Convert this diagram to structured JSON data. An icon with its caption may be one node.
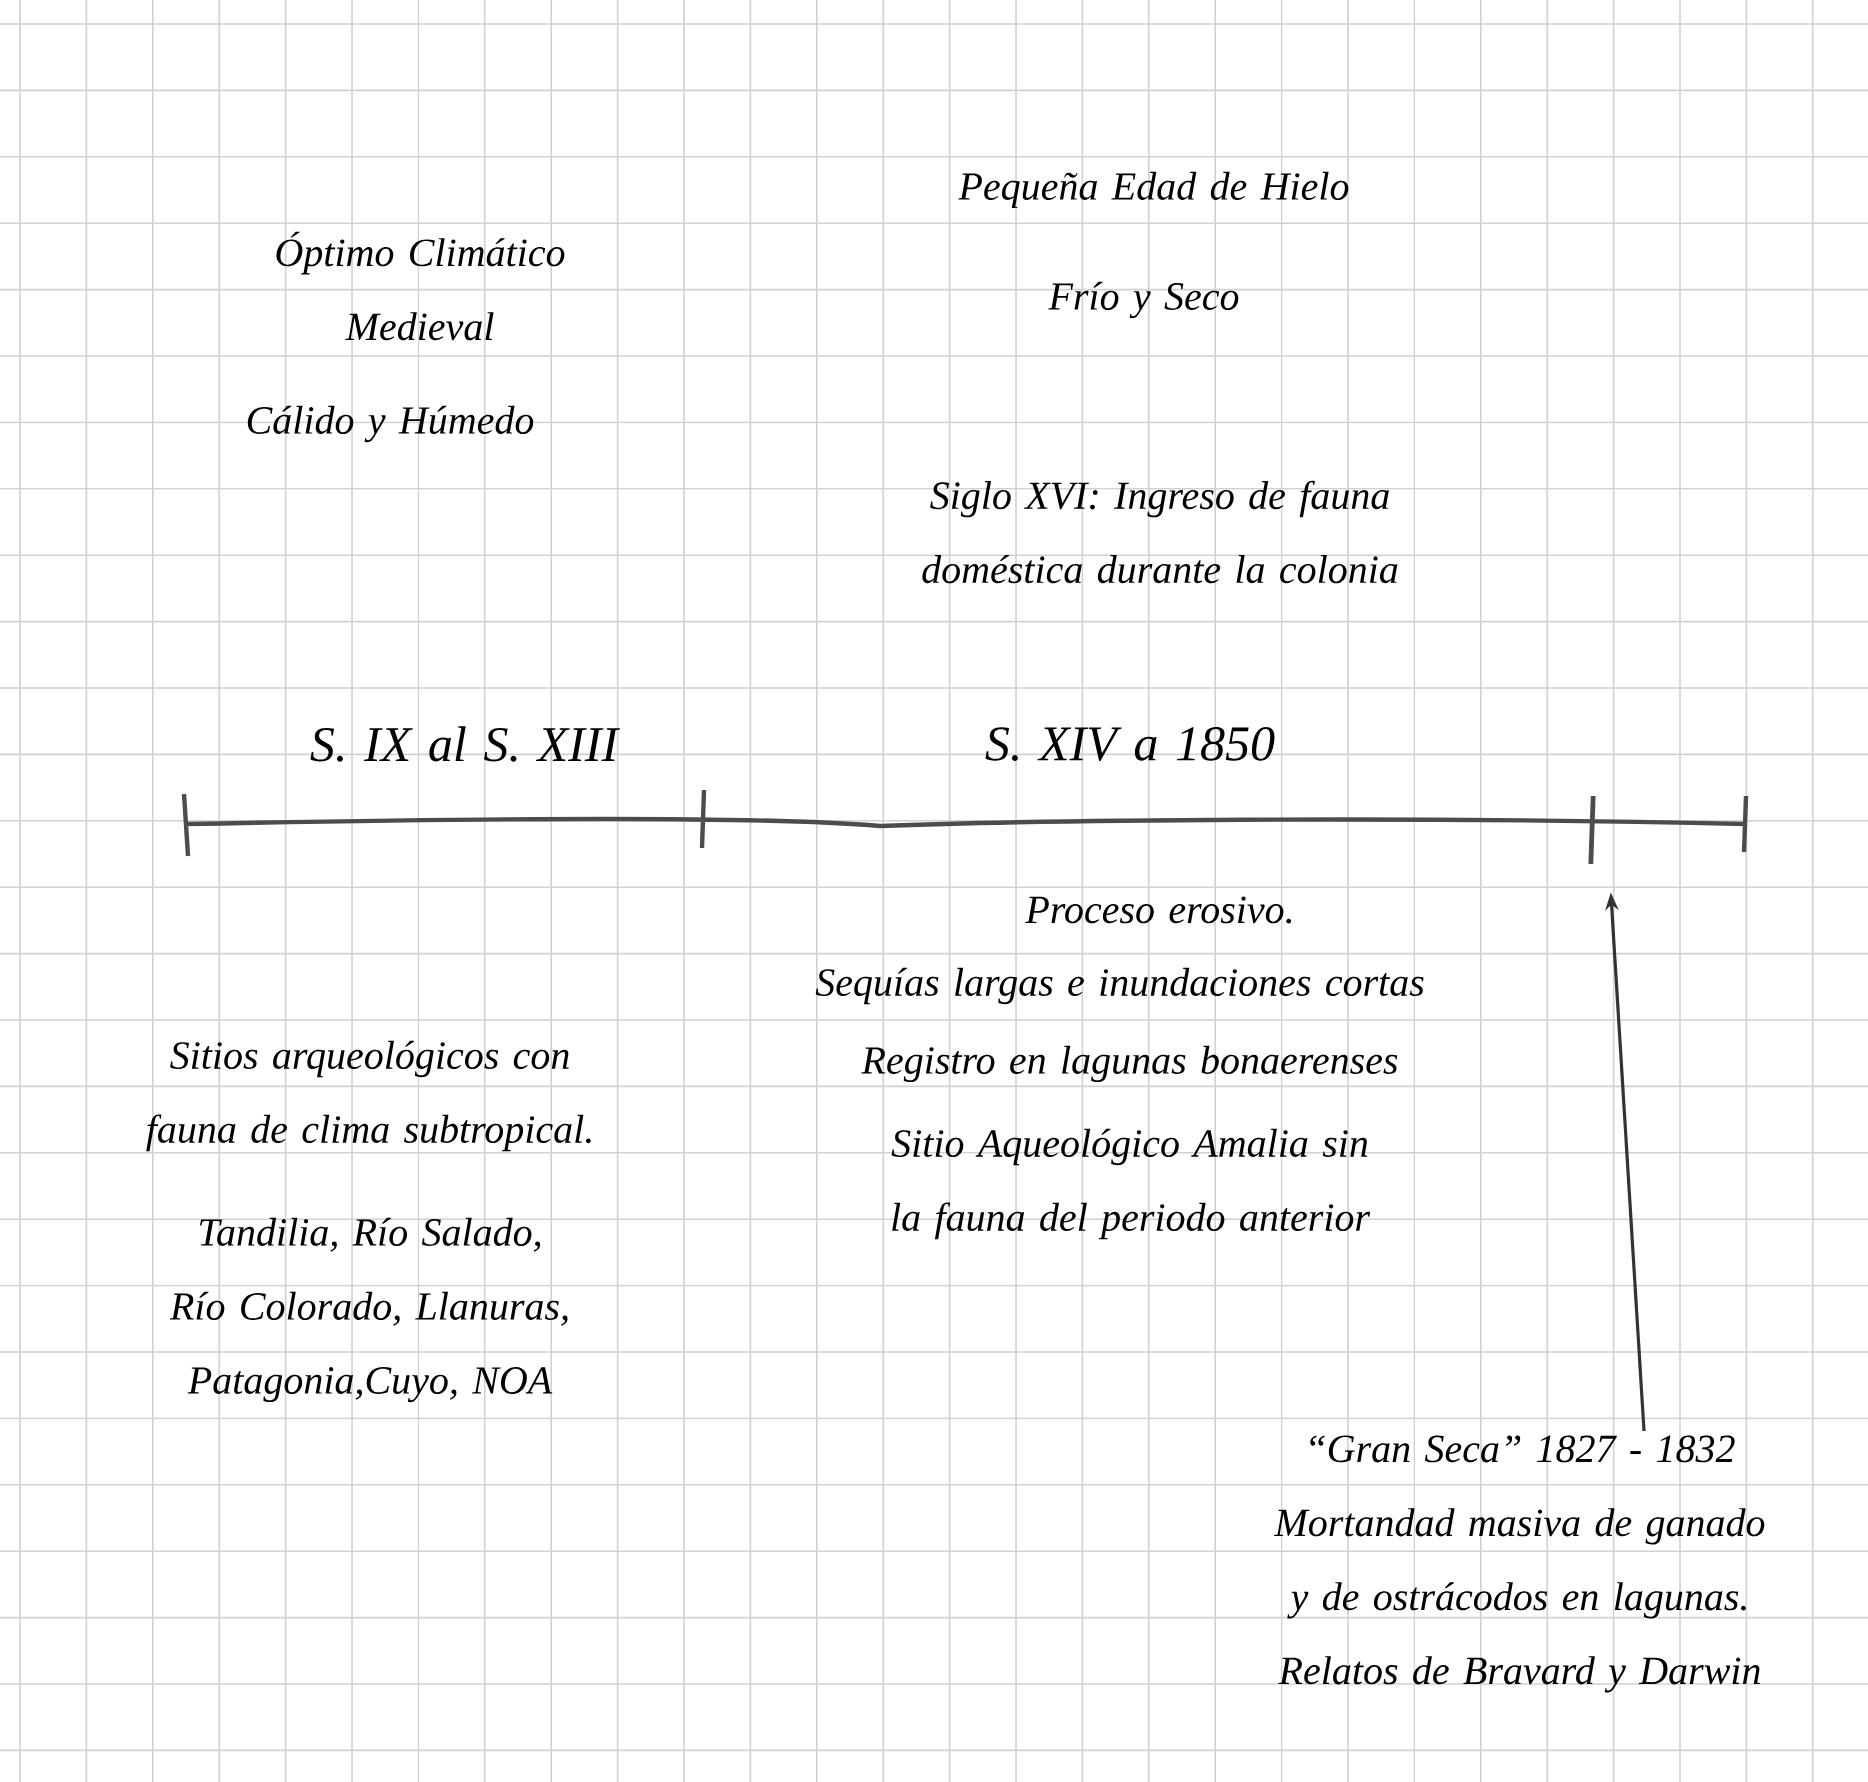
{
  "diagram": {
    "nodes": [
      {
        "text": [
          "“Gran Seca” 1827 - 1832",
          "Mortandad masiva de ganado y de ostrácodos en lagunas. Relatos de Bravard y Darwin"
        ]
      },
      {
        "text": [],
        "shape": "bar"
      }
    ],
    "edges": [
      {
        "from": 0,
        "to": 1,
        "arrow": "to"
      }
    ],
    "labels": [
      "Óptimo Climático Medieval",
      "Cálido y Húmedo",
      "Pequeña Edad de Hielo",
      "Frío y Seco",
      "Siglo XVI: Ingreso de fauna doméstica durante la colonia",
      "S. IX al S. XIII",
      "S. XIV a 1850",
      "Proceso erosivo.",
      "Sequías largas e inundaciones cortas",
      "Registro en lagunas bonaerenses",
      "Sitio Aqueológico Amalia sin la fauna del periodo anterior",
      "Sitios arqueológicos con fauna de clima subtropical.",
      "Tandilia, Río Salado, Río Colorado, Llanuras, Patagonia,Cuyo, NOA"
    ]
  }
}
